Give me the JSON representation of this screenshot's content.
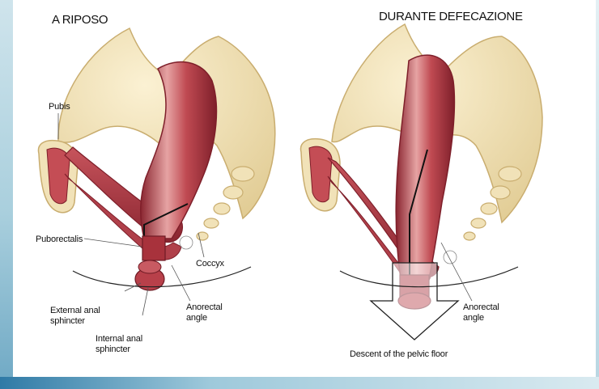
{
  "panels": [
    {
      "title": "A RIPOSO",
      "labels": {
        "pubis": "Pubis",
        "puborectalis": "Puborectalis",
        "coccyx": "Coccyx",
        "external_sphincter": "External anal sphincter",
        "internal_sphincter": "Internal anal sphincter",
        "anorectal_angle": "Anorectal angle"
      }
    },
    {
      "title": "DURANTE DEFECAZIONE",
      "labels": {
        "anorectal_angle": "Anorectal angle",
        "descent": "Descent of the pelvic floor"
      }
    }
  ],
  "colors": {
    "bone": "#f1e2b8",
    "bone_shadow": "#d9c08a",
    "muscle": "#b8404a",
    "muscle_light": "#e8a0a0",
    "muscle_dark": "#7e1f2a"
  }
}
